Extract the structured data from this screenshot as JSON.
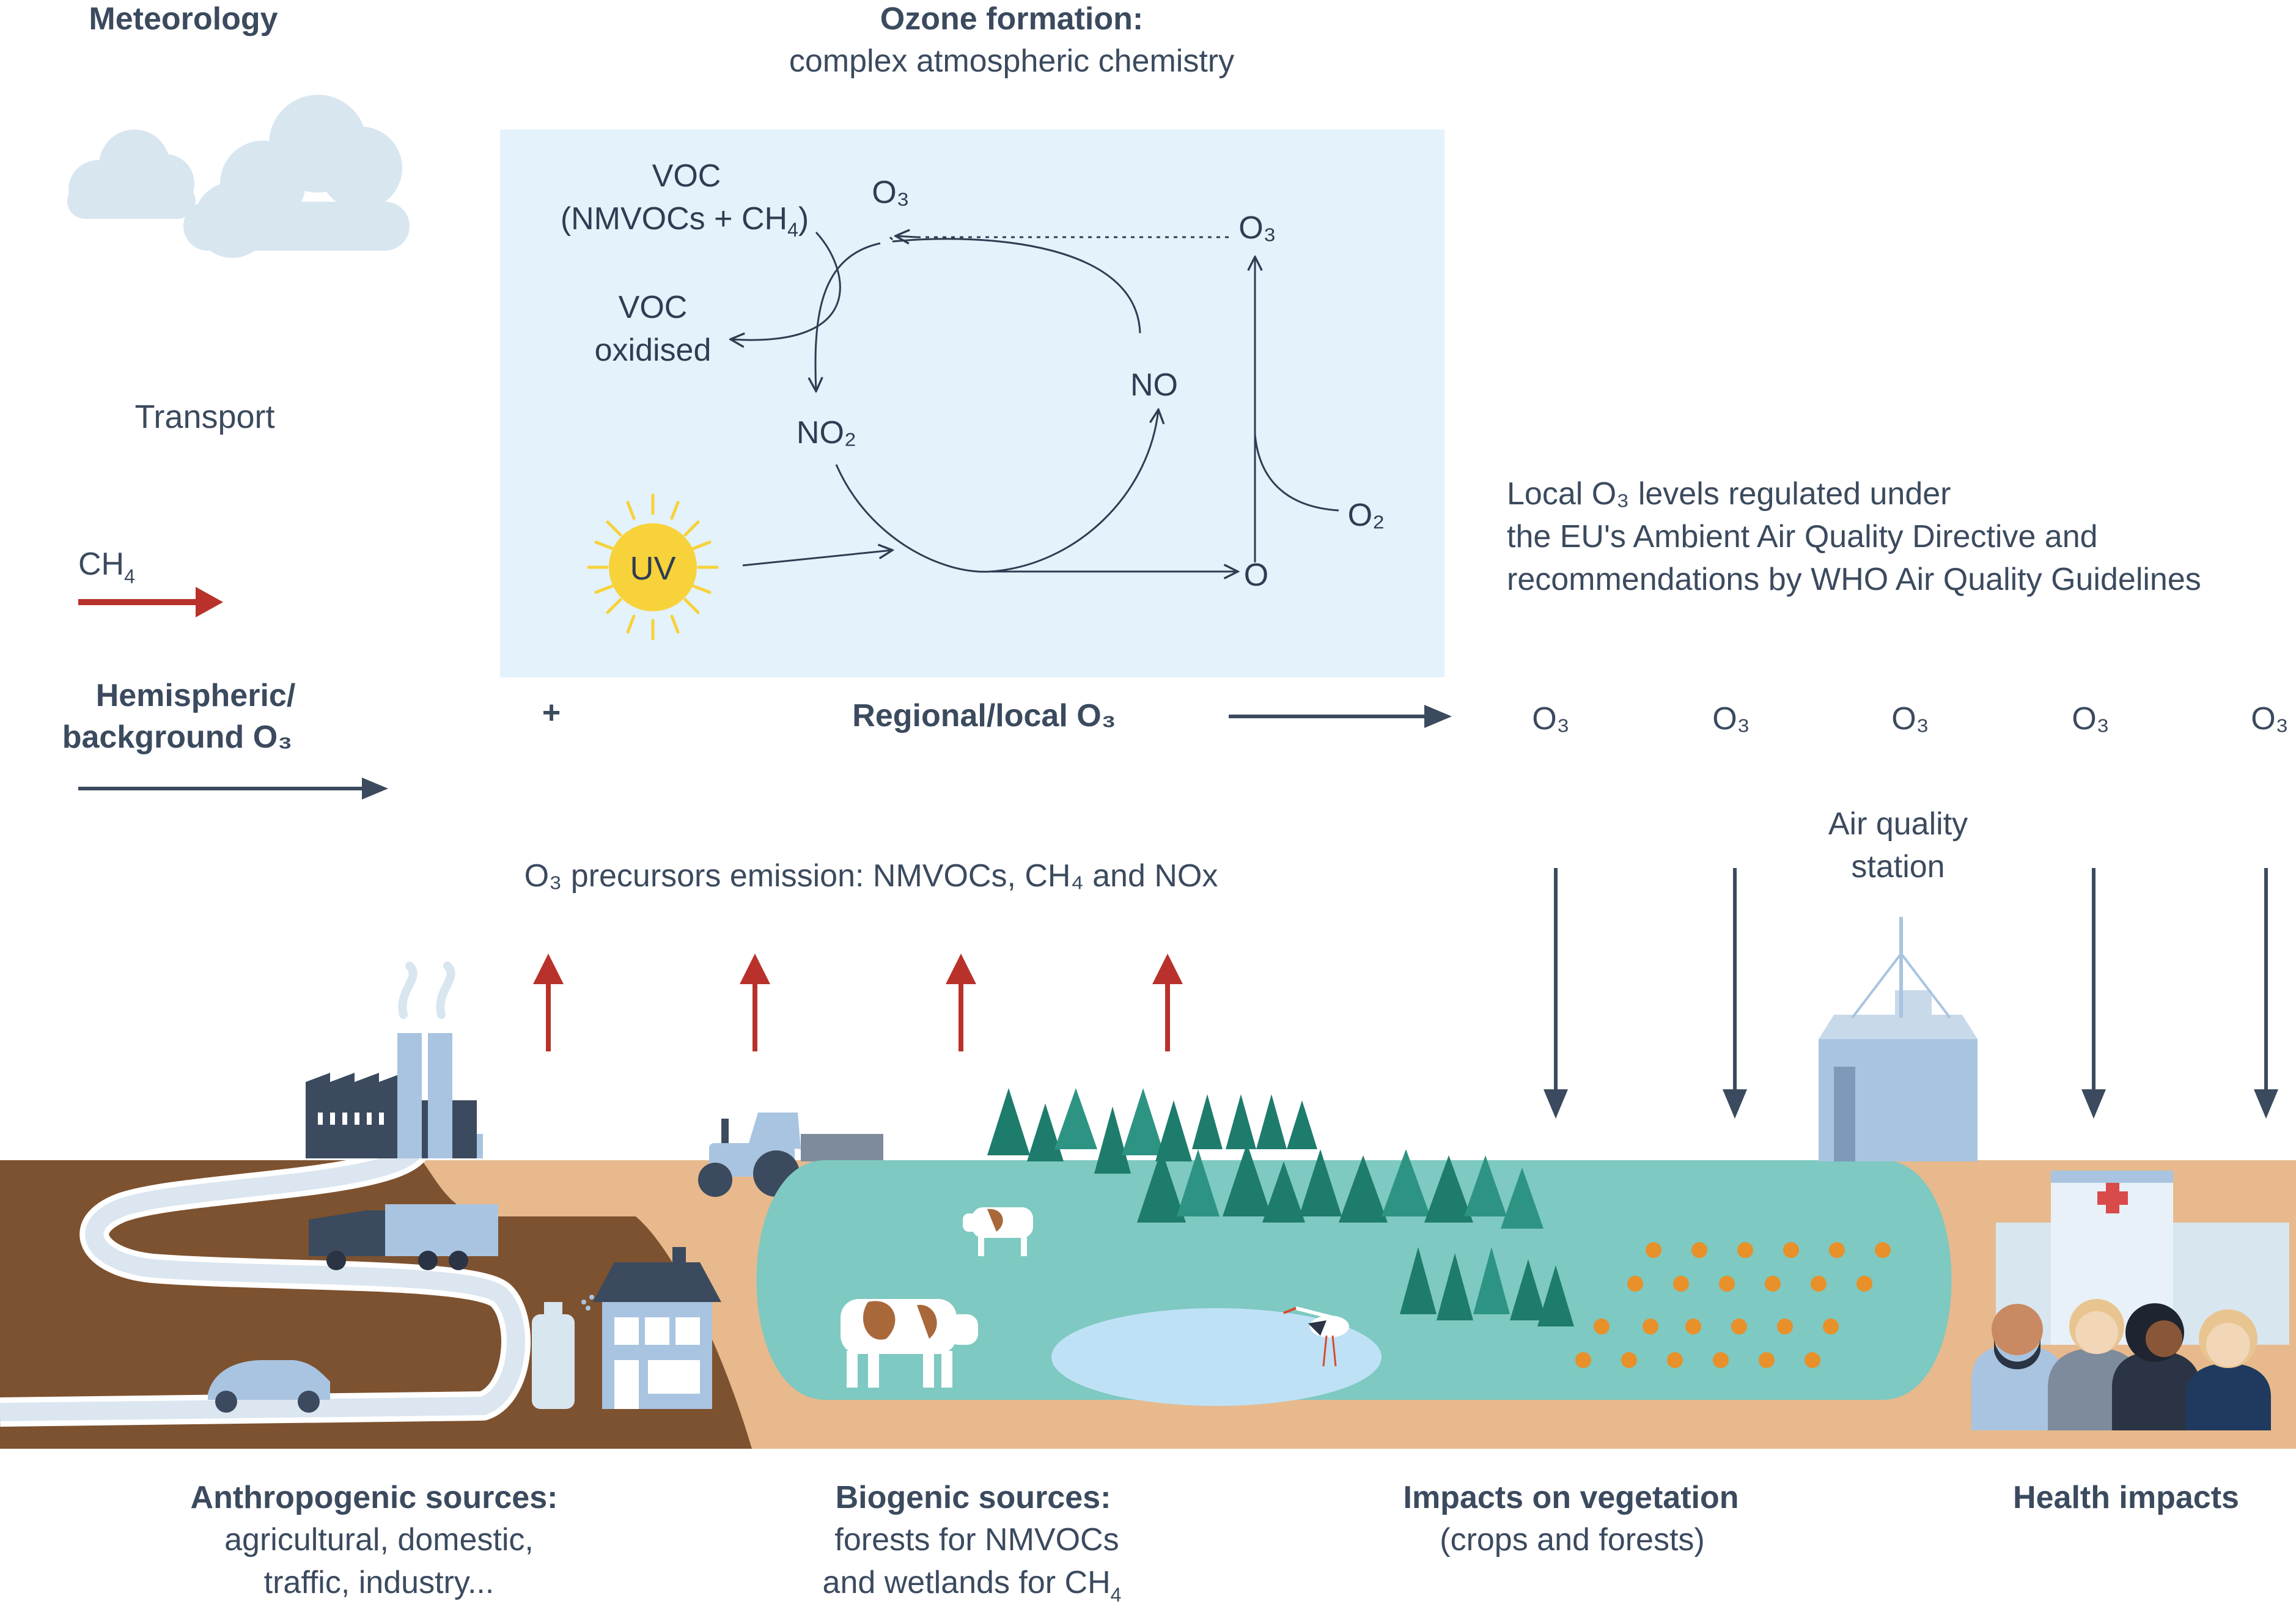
{
  "meteorology": {
    "title": "Meteorology",
    "transport": "Transport",
    "ch4_label": "CH",
    "ch4_sub": "4",
    "hemispheric_line1": "Hemispheric/",
    "hemispheric_line2": "background O₃"
  },
  "ozone_formation": {
    "title": "Ozone formation:",
    "subtitle": "complex atmospheric chemistry",
    "voc": "VOC",
    "voc_detail": "(NMVOCs + CH",
    "voc_detail_sub": "4",
    "voc_detail_end": ")",
    "voc_oxidised_1": "VOC",
    "voc_oxidised_2": "oxidised",
    "o3_left": "O₃",
    "o3_right": "O₃",
    "no": "NO",
    "no2": "NO₂",
    "o2": "O₂",
    "o": "O",
    "uv": "UV"
  },
  "regional": {
    "plus": "+",
    "label": "Regional/local O₃"
  },
  "regulation": {
    "line1": "Local O₃ levels regulated under",
    "line2": "the EU's Ambient Air Quality Directive and",
    "line3": "recommendations by WHO Air Quality Guidelines"
  },
  "o3_row": [
    "O₃",
    "O₃",
    "O₃",
    "O₃",
    "O₃"
  ],
  "precursors": "O₃ precursors emission: NMVOCs, CH₄ and NOx",
  "air_quality_station": {
    "line1": "Air quality",
    "line2": "station"
  },
  "bottom": {
    "anthropogenic_title": "Anthropogenic sources:",
    "anthropogenic_line1": "agricultural, domestic,",
    "anthropogenic_line2": "traffic, industry...",
    "biogenic_title": "Biogenic sources:",
    "biogenic_line1": "forests for NMVOCs",
    "biogenic_line2": "and wetlands for CH",
    "biogenic_sub": "4",
    "vegetation_title": "Impacts on vegetation",
    "vegetation_line1": "(crops and forests)",
    "health_title": "Health impacts"
  },
  "colors": {
    "text": "#3b4a5e",
    "chem_box": "#e3f2fb",
    "red_arrow": "#b8322b",
    "dark_arrow": "#3b4a5e",
    "soil": "#7d5230",
    "sand": "#e7b98c",
    "water_field": "#7ec9c1",
    "tree": "#1e7c6c",
    "sun": "#f7d23a"
  }
}
